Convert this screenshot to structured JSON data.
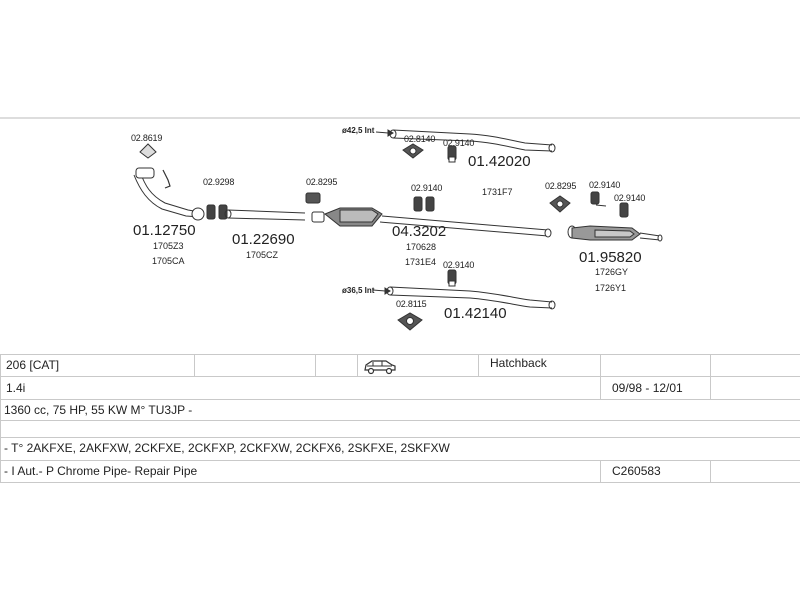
{
  "diagram": {
    "parts": [
      {
        "id": "p1",
        "code": "02.8619",
        "kind": "gasket"
      },
      {
        "id": "p2",
        "code": "02.9298",
        "kind": "clamp"
      },
      {
        "id": "p3",
        "code": "02.8295",
        "kind": "gasket"
      },
      {
        "id": "p4",
        "code": "02.8140",
        "kind": "hanger"
      },
      {
        "id": "p5",
        "code": "02.9140",
        "kind": "clamp"
      },
      {
        "id": "p6",
        "code": "02.9140",
        "kind": "clamp"
      },
      {
        "id": "p7",
        "code": "02.8295",
        "kind": "gasket"
      },
      {
        "id": "p8",
        "code": "02.9140",
        "kind": "clamp"
      },
      {
        "id": "p9",
        "code": "02.9140",
        "kind": "clamp"
      },
      {
        "id": "p10",
        "code": "02.9140",
        "kind": "clamp"
      },
      {
        "id": "p11",
        "code": "02.8115",
        "kind": "hanger"
      }
    ],
    "pipes": [
      {
        "id": "front",
        "code": "01.12750",
        "oem1": "1705Z3",
        "oem2": "1705CA"
      },
      {
        "id": "middle",
        "code": "01.22690",
        "oem1": "1705CZ"
      },
      {
        "id": "cat",
        "code": "04.3202",
        "oem1": "170628",
        "oem2": "1731E4"
      },
      {
        "id": "upper",
        "code": "01.42020",
        "oem1": "1731F7"
      },
      {
        "id": "rear",
        "code": "01.95820",
        "oem1": "1726GY",
        "oem2": "1726Y1"
      },
      {
        "id": "lower",
        "code": "01.42140"
      }
    ],
    "diameter_upper": "ø42,5  Int",
    "diameter_lower": "ø36,5  Int"
  },
  "table": {
    "model": "206  [CAT]",
    "body": "Hatchback",
    "engine": "1.4i",
    "years": "09/98 - 12/01",
    "specs": "1360 cc, 75 HP, 55 KW M° TU3JP -",
    "codes": "- T° 2AKFXE, 2AKFXW, 2CKFXE, 2CKFXP, 2CKFXW, 2CKFX6, 2SKFXE, 2SKFXW",
    "notes": "- I Aut.- P Chrome Pipe- Repair Pipe",
    "ref": "C260583"
  }
}
